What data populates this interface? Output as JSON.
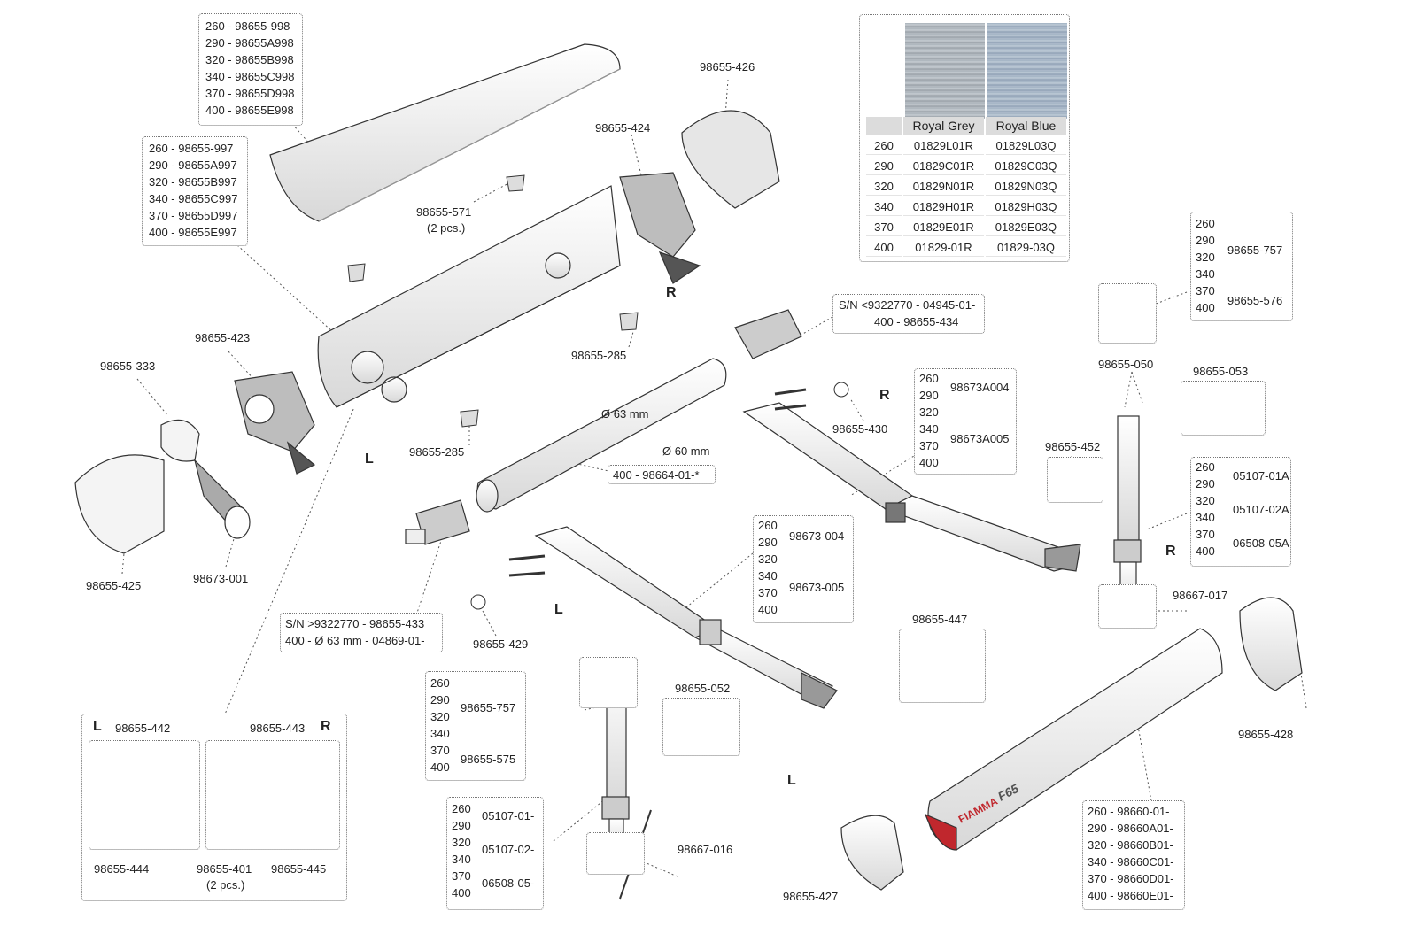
{
  "top_cover_codes": [
    "260 - 98655-998",
    "290 - 98655A998",
    "320 - 98655B998",
    "340 - 98655C998",
    "370 - 98655D998",
    "400 - 98655E998"
  ],
  "case_codes": [
    "260 - 98655-997",
    "290 - 98655A997",
    "320 - 98655B997",
    "340 - 98655C997",
    "370 - 98655D997",
    "400 - 98655E997"
  ],
  "fabric_table": {
    "headers": [
      "Royal Grey",
      "Royal Blue"
    ],
    "rows": [
      [
        "260",
        "01829L01R",
        "01829L03Q"
      ],
      [
        "290",
        "01829C01R",
        "01829C03Q"
      ],
      [
        "320",
        "01829N01R",
        "01829N03Q"
      ],
      [
        "340",
        "01829H01R",
        "01829H03Q"
      ],
      [
        "370",
        "01829E01R",
        "01829E03Q"
      ],
      [
        "400",
        "01829-01R",
        "01829-03Q"
      ]
    ],
    "swatch_colors": [
      "#a9b1b8",
      "#9fb0c2"
    ]
  },
  "labels": {
    "p426": "98655-426",
    "p424": "98655-424",
    "p571": "98655-571",
    "p571_qty": "(2 pcs.)",
    "p423": "98655-423",
    "p333": "98655-333",
    "p425": "98655-425",
    "p001": "98673-001",
    "p285a": "98655-285",
    "p285b": "98655-285",
    "p430": "98655-430",
    "p429": "98655-429",
    "p050": "98655-050",
    "p053": "98655-053",
    "p452": "98655-452",
    "p017": "98667-017",
    "p447": "98655-447",
    "p428": "98655-428",
    "p052": "98655-052",
    "p016": "98667-016",
    "p427": "98655-427",
    "p442": "98655-442",
    "p443": "98655-443",
    "p444": "98655-444",
    "p401": "98655-401",
    "p401_qty": "(2 pcs.)",
    "p445": "98655-445",
    "d63": "Ø 63 mm",
    "d60": "Ø 60 mm",
    "tube": "400 - 98664-01-*"
  },
  "sides": {
    "r_top": "R",
    "l_left": "L",
    "r_arm": "R",
    "r_leg": "R",
    "l_arm": "L",
    "l_bottom": "L",
    "l_box": "L",
    "r_box": "R"
  },
  "sn_right": [
    "S/N <9322770 - 04945-01-",
    "400 - 98655-434"
  ],
  "sn_left": [
    "S/N >9322770 - 98655-433",
    "400 - Ø 63 mm - 04869-01-"
  ],
  "leg_support_right": {
    "group1_sizes": [
      "260",
      "290",
      "320",
      "340"
    ],
    "group1_code": "98655-757",
    "group2_sizes": [
      "370",
      "400"
    ],
    "group2_code": "98655-576"
  },
  "leg_support_left": {
    "group1_sizes": [
      "260",
      "290",
      "320",
      "340"
    ],
    "group1_code": "98655-757",
    "group2_sizes": [
      "370",
      "400"
    ],
    "group2_code": "98655-575"
  },
  "arm_right": {
    "group1_sizes": [
      "260",
      "290"
    ],
    "group1_code": "98673A004",
    "group2_sizes": [
      "320",
      "340",
      "370",
      "400"
    ],
    "group2_code": "98673A005"
  },
  "arm_left": {
    "group1_sizes": [
      "260",
      "290"
    ],
    "group1_code": "98673-004",
    "group2_sizes": [
      "320",
      "340",
      "370",
      "400"
    ],
    "group2_code": "98673-005"
  },
  "leg_right": {
    "groups": [
      {
        "sizes": [
          "260",
          "290"
        ],
        "code": "05107-01A"
      },
      {
        "sizes": [
          "320",
          "340"
        ],
        "code": "05107-02A"
      },
      {
        "sizes": [
          "370",
          "400"
        ],
        "code": "06508-05A"
      }
    ]
  },
  "leg_left": {
    "groups": [
      {
        "sizes": [
          "260",
          "290"
        ],
        "code": "05107-01-"
      },
      {
        "sizes": [
          "320",
          "340"
        ],
        "code": "05107-02-"
      },
      {
        "sizes": [
          "370",
          "400"
        ],
        "code": "06508-05-"
      }
    ]
  },
  "front_bar_codes": [
    "260 - 98660-01-",
    "290 - 98660A01-",
    "320 - 98660B01-",
    "340 - 98660C01-",
    "370 - 98660D01-",
    "400 - 98660E01-"
  ],
  "logo": {
    "brand": "FIAMMA",
    "model": "F65",
    "brand_color": "#c0272d"
  }
}
